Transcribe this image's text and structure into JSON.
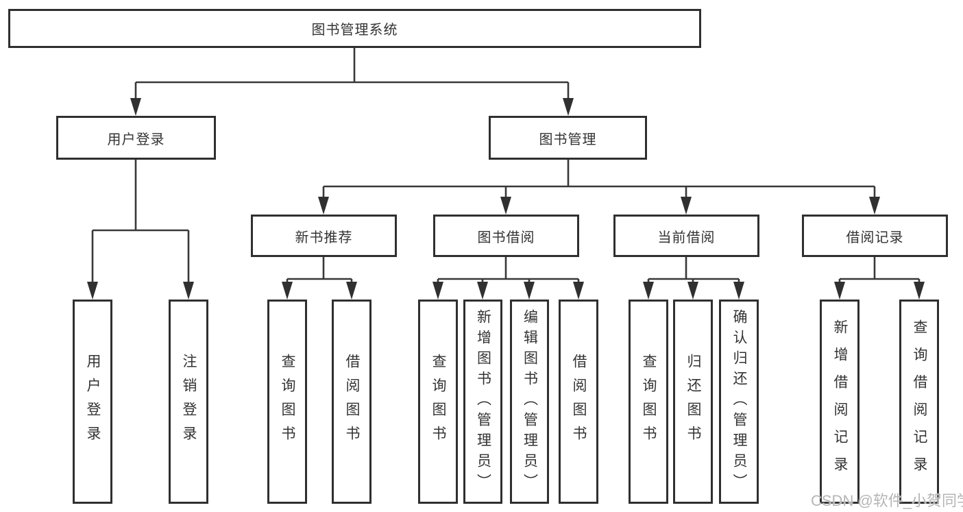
{
  "nodes": {
    "root": "图书管理系统",
    "user_login": "用户登录",
    "book_mgmt": "图书管理",
    "new_books": "新书推荐",
    "book_borrow": "图书借阅",
    "current_borrow": "当前借阅",
    "borrow_records": "借阅记录",
    "leaves_user_login": [
      "用户登录",
      "注销登录"
    ],
    "leaves_new_books": [
      "查询图书",
      "借阅图书"
    ],
    "leaves_book_borrow": [
      "查询图书",
      "新增图书（管理员）",
      "编辑图书（管理员）",
      "借阅图书"
    ],
    "leaves_current_borrow": [
      "查询图书",
      "归还图书",
      "确认归还（管理员）"
    ],
    "leaves_borrow_records": [
      "新增借阅记录",
      "查询借阅记录"
    ]
  },
  "watermark": {
    "text": "CSDN @软件_小贺同学",
    "color": "#b5b5b5"
  },
  "colors": {
    "line": "#383838",
    "arrow": "#303030",
    "box_border": "#2f2f2f",
    "text": "#333333",
    "background": "#ffffff"
  }
}
